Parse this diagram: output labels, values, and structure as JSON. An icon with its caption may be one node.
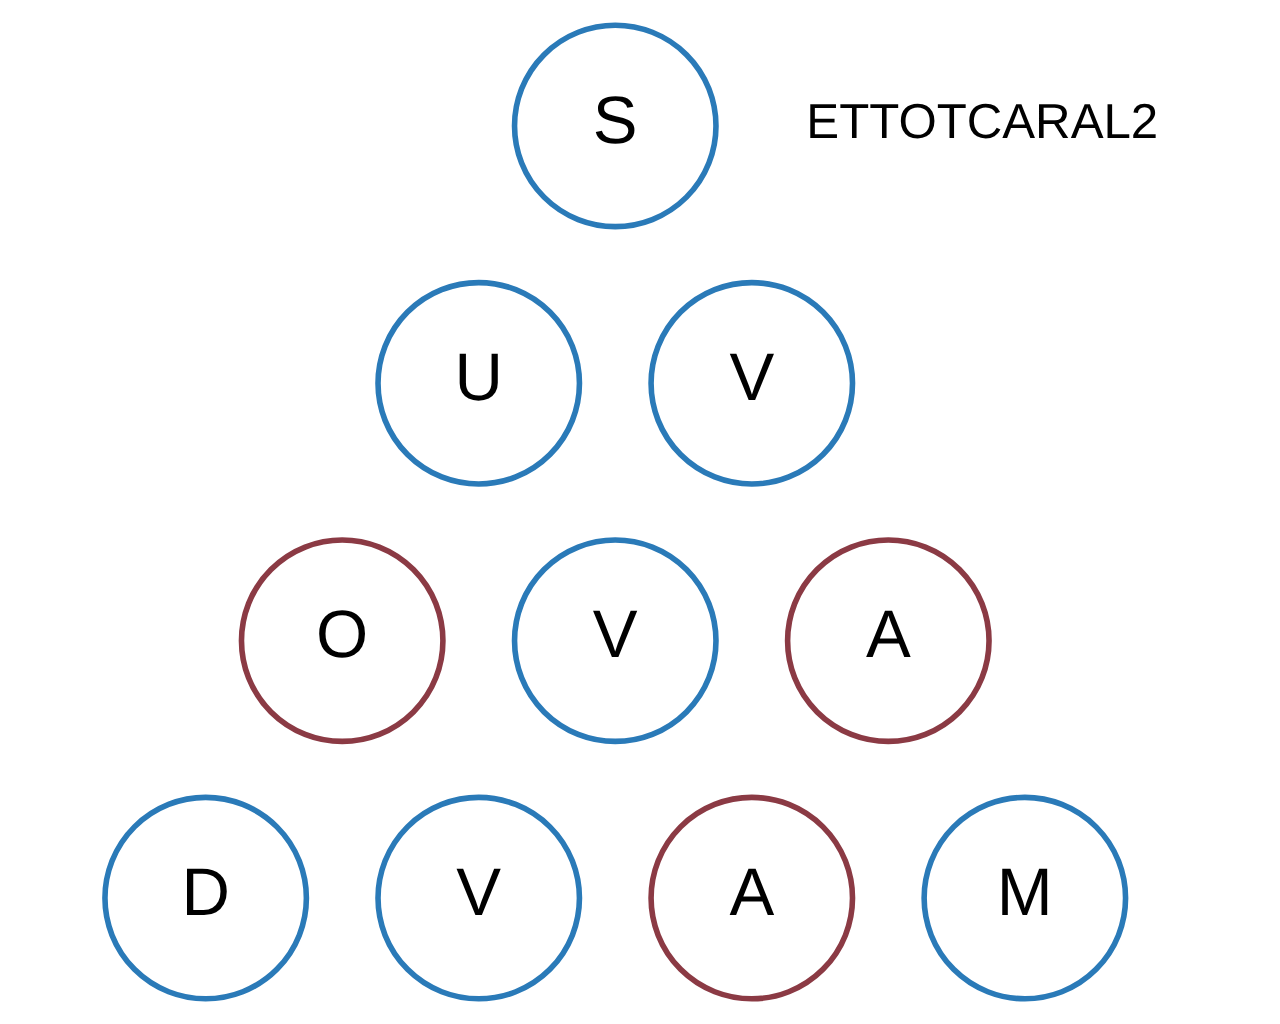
{
  "diagram": {
    "nodes": [
      {
        "text": [
          "S"
        ]
      },
      {
        "text": [
          "U"
        ]
      },
      {
        "text": [
          "V"
        ]
      },
      {
        "text": [
          "O"
        ]
      },
      {
        "text": [
          "V"
        ]
      },
      {
        "text": [
          "A"
        ]
      },
      {
        "text": [
          "D"
        ]
      },
      {
        "text": [
          "V"
        ]
      },
      {
        "text": [
          "A"
        ]
      },
      {
        "text": [
          "M"
        ]
      }
    ],
    "edges": [],
    "labels": [
      "ETTOTCARAL2"
    ]
  }
}
